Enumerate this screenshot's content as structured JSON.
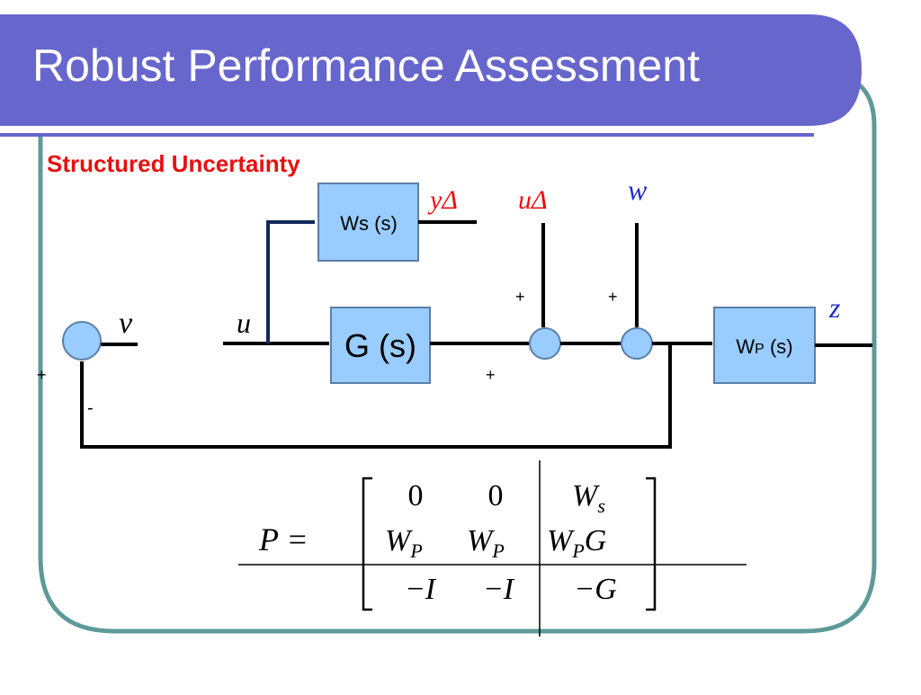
{
  "slide": {
    "title": "Robust Performance Assessment",
    "subtitle": "Structured Uncertainty"
  },
  "diagram": {
    "blocks": {
      "ws": "Ws (s)",
      "g": "G (s)",
      "wp_main": "W",
      "wp_sub": "P",
      "wp_rest": " (s)"
    },
    "signals": {
      "v": "v",
      "u": "u",
      "y_delta": "yΔ",
      "u_delta": "uΔ",
      "w": "w",
      "z": "z"
    },
    "signs": {
      "feedback_plus": "+",
      "feedback_minus": "-",
      "sum1_top": "+",
      "sum1_left": "+",
      "sum2_top": "+"
    }
  },
  "equation": {
    "lhs": "P =",
    "row1": [
      "0",
      "0",
      "W"
    ],
    "row1_sub": "s",
    "row2_c1": "W",
    "row2_c1_sub": "P",
    "row2_c2": "W",
    "row2_c2_sub": "P",
    "row2_c3a": "W",
    "row2_c3_sub": "P",
    "row2_c3b": "G",
    "row3": [
      "−I",
      "−I",
      "−G"
    ]
  },
  "colors": {
    "header": "#6666cc",
    "frame": "#5f9a9a",
    "block_fill": "#99ccff",
    "signal_red": "#e8100f",
    "signal_blue": "#1f2fc8",
    "arrow_dark": "#13285a"
  }
}
